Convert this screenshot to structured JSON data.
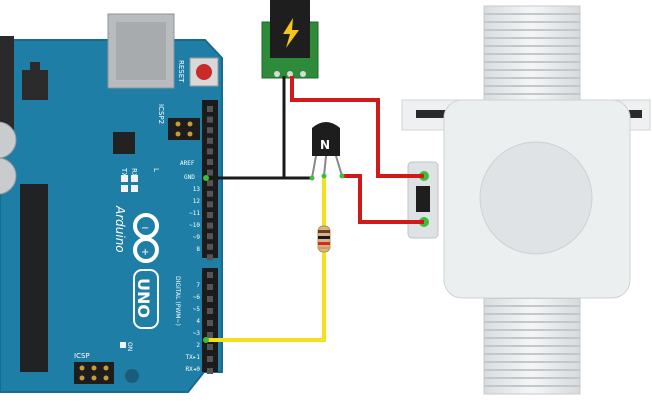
{
  "board": {
    "name": "Arduino",
    "model": "UNO",
    "reset_label": "RESET",
    "icsp2_label": "ICSP2",
    "icsp_label": "ICSP",
    "on_label": "ON",
    "aref_label": "AREF",
    "gnd_label": "GND",
    "digital_label": "DIGITAL (PWM~)",
    "tx_label": "TX",
    "rx_label": "RX",
    "l_label": "L",
    "pin_labels": [
      "13",
      "12",
      "~11",
      "~10",
      "~9",
      "8",
      "7",
      "~6",
      "~5",
      "4",
      "~3",
      "2",
      "TX▸1",
      "RX◂0"
    ]
  },
  "transistor": {
    "label": "N"
  },
  "colors": {
    "board": "#1f7ea6",
    "board_edge": "#156b90",
    "wire_red": "#d01919",
    "wire_yellow": "#f2e21c",
    "wire_black": "#1a1a1a",
    "jack_pcb": "#2e8b3a",
    "valve": "#e9ecee"
  },
  "icons": {
    "power_jack": "lightning-bolt-icon",
    "logo": "infinity-logo-icon"
  }
}
